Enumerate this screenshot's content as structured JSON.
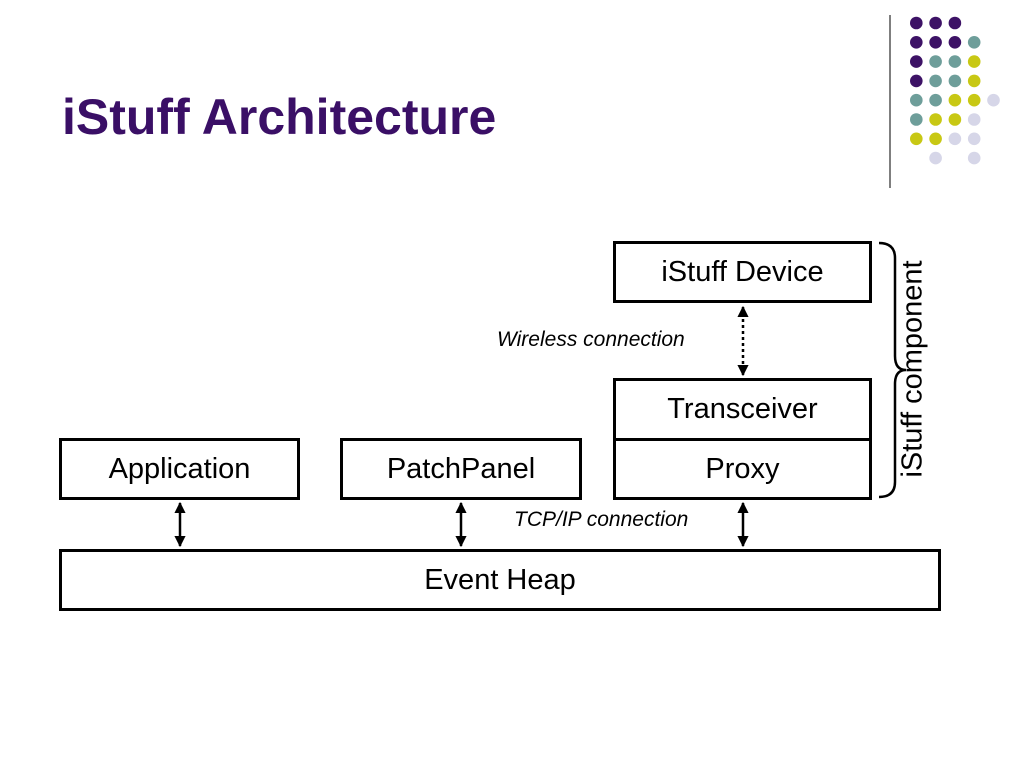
{
  "title": "iStuff Architecture",
  "boxes": {
    "device": "iStuff Device",
    "transceiver": "Transceiver",
    "proxy": "Proxy",
    "application": "Application",
    "patchpanel": "PatchPanel",
    "eventheap": "Event Heap"
  },
  "connections": {
    "wireless": "Wireless connection",
    "tcpip": "TCP/IP connection"
  },
  "group_label": "iStuff component",
  "colors": {
    "title": "#3a0f66",
    "dot_purple": "#3d1266",
    "dot_teal": "#6e9e9a",
    "dot_yellow": "#c8c814",
    "dot_lavender": "#d6d6e8"
  }
}
